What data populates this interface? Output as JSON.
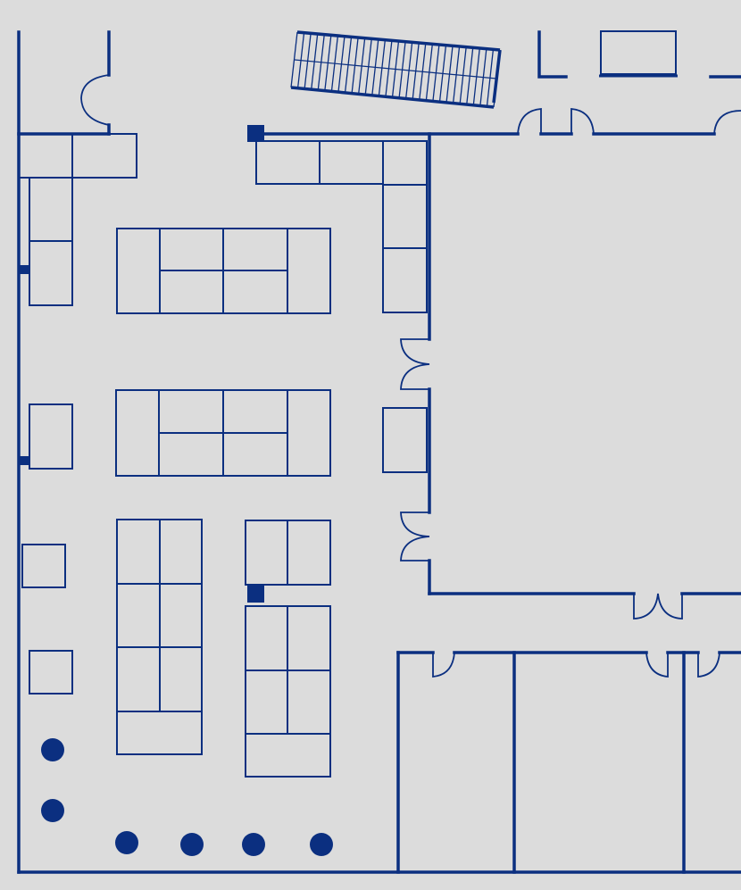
{
  "plan": {
    "background_color": "#dcdcdc",
    "line_color": "#0b2f80",
    "spaces": [
      "main-open-room",
      "stairwell",
      "large-room-east",
      "room-south-1",
      "room-south-2",
      "room-south-3"
    ],
    "symbols": {
      "columns": 6,
      "pillars": 5,
      "doors": 12
    }
  }
}
